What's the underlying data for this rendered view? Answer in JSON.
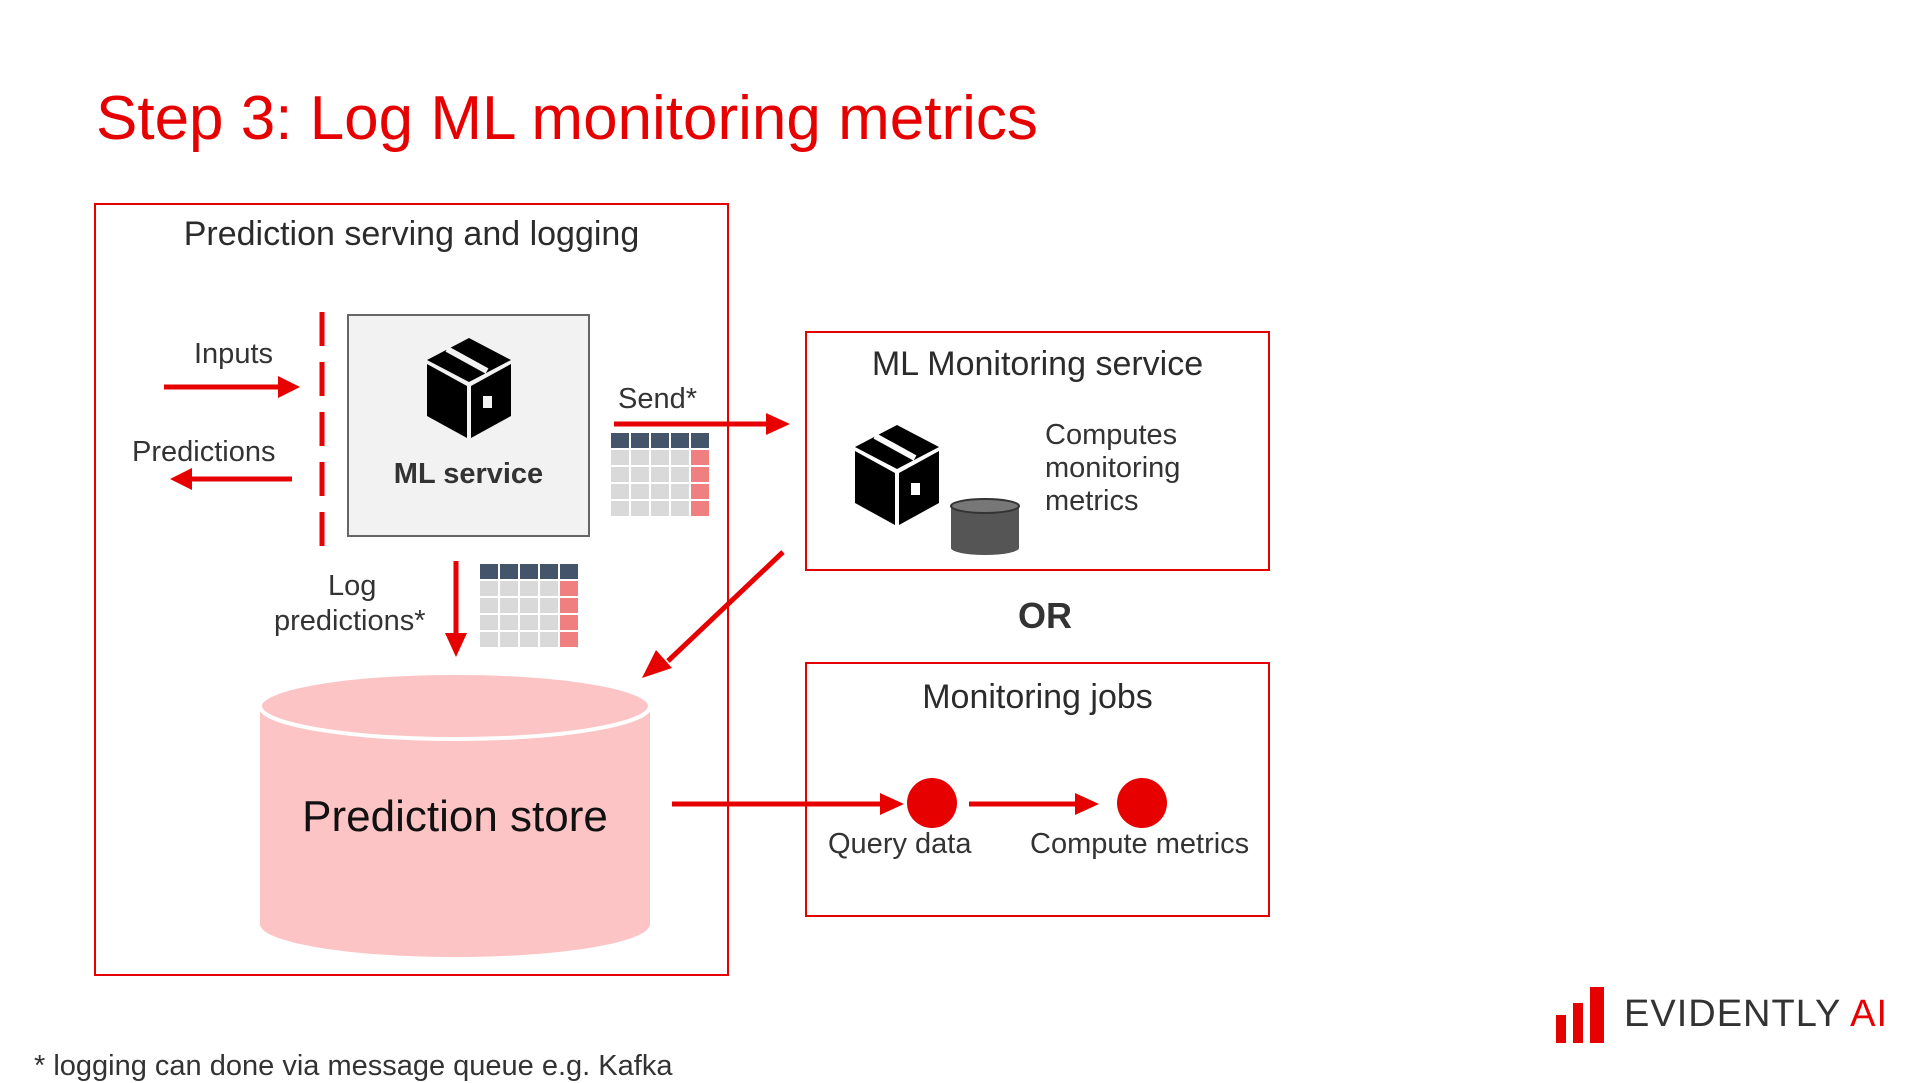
{
  "slide": {
    "title": "Step 3: Log ML monitoring metrics",
    "footnote": "* logging can done via message queue e.g. Kafka"
  },
  "serving_box": {
    "title": "Prediction serving and logging",
    "inputs_label": "Inputs",
    "predictions_label": "Predictions",
    "ml_service_label": "ML service",
    "send_label": "Send*",
    "log_label_line1": "Log",
    "log_label_line2": "predictions*",
    "store_label": "Prediction store"
  },
  "monitoring_service_box": {
    "title": "ML Monitoring service",
    "desc_line1": "Computes",
    "desc_line2": "monitoring",
    "desc_line3": "metrics"
  },
  "or_label": "OR",
  "jobs_box": {
    "title": "Monitoring jobs",
    "step1_label": "Query data",
    "step2_label": "Compute metrics"
  },
  "logo": {
    "name": "EVIDENTLY",
    "suffix": "AI"
  },
  "colors": {
    "accent": "#e60000",
    "store_fill": "#fcc4c4",
    "table_header": "#44546a",
    "table_cell": "#d9d9d9",
    "table_highlight": "#f08080"
  },
  "icons": [
    "package-icon",
    "database-icon",
    "table-icon",
    "bar-chart-logo-icon"
  ]
}
